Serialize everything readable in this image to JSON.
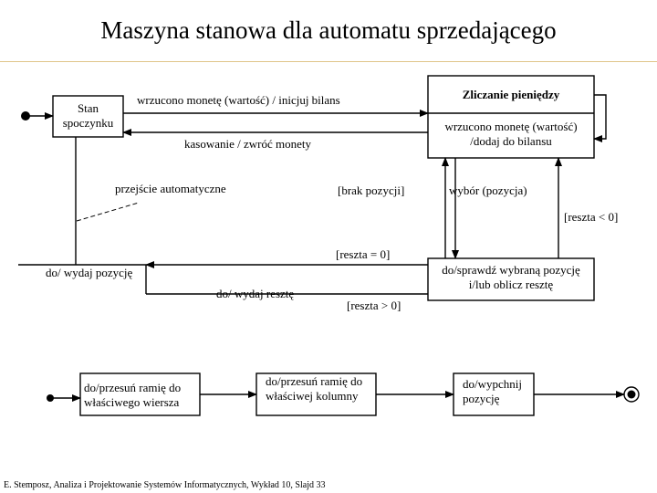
{
  "title": "Maszyna stanowa dla automatu sprzedającego",
  "states": {
    "idle": [
      "Stan",
      "spoczynku"
    ],
    "counting_title": "Zliczanie pieniędzy",
    "counting_action": [
      "wrzucono monetę (wartość)",
      "/dodaj do bilansu"
    ],
    "dispense_item": "do/ wydaj pozycję",
    "check_item": [
      "do/sprawdź wybraną pozycję",
      "i/lub oblicz resztę"
    ],
    "dispense_change": "do/ wydaj resztę",
    "move_row": [
      "do/przesuń ramię do",
      "właściwego wiersza"
    ],
    "move_column": [
      "do/przesuń ramię do",
      "właściwej kolumny"
    ],
    "push_item": [
      "do/wypchnij",
      "pozycję"
    ]
  },
  "transitions": {
    "coin_inserted": "wrzucono monetę (wartość) / inicjuj bilans",
    "cancel": "kasowanie / zwróć monety",
    "automatic": "przejście automatyczne",
    "no_item": "[brak pozycji]",
    "select": "wybór (pozycja)",
    "change_lt": "[reszta < 0]",
    "change_eq": "[reszta = 0]",
    "change_gt": "[reszta > 0]"
  },
  "footer": "E. Stemposz, Analiza i Projektowanie Systemów Informatycznych, Wykład 10, Slajd 33",
  "colors": {
    "rule": "#e0c58a",
    "line": "#000000",
    "background": "#ffffff"
  }
}
